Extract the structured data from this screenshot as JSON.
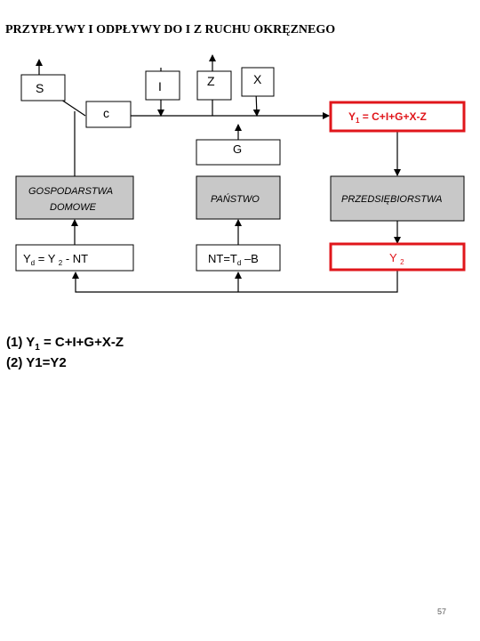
{
  "title": "PRZYPŁYWY I ODPŁYWY DO I Z RUCHU OKRĘZNEGO",
  "boxes": {
    "s": "S",
    "i": "I",
    "z": "Z",
    "x": "X",
    "c": "c",
    "y1": {
      "prefix": "Y",
      "sub": "1",
      "rest": " = C+I+G+X-Z"
    },
    "g": "G",
    "households": {
      "line1": "GOSPODARSTWA",
      "line2": "DOMOWE"
    },
    "state": "PAŃSTWO",
    "firms": "PRZEDSIĘBIORSTWA",
    "yd": {
      "a": "Y",
      "a_sub": "d",
      "b": " = Y ",
      "b_sub": "2",
      "c": " - NT"
    },
    "nt": {
      "a": "NT=T",
      "a_sub": "d",
      "b": " –B"
    },
    "y2": {
      "a": "Y ",
      "a_sub": "2"
    }
  },
  "equations": {
    "eq1": {
      "a": "(1) Y",
      "sub": "1",
      "b": " = C+I+G+X-Z"
    },
    "eq2": "(2) Y1=Y2"
  },
  "page_number": "57",
  "colors": {
    "highlight": "#e0161b",
    "box_fill": "#c8c8c8"
  }
}
